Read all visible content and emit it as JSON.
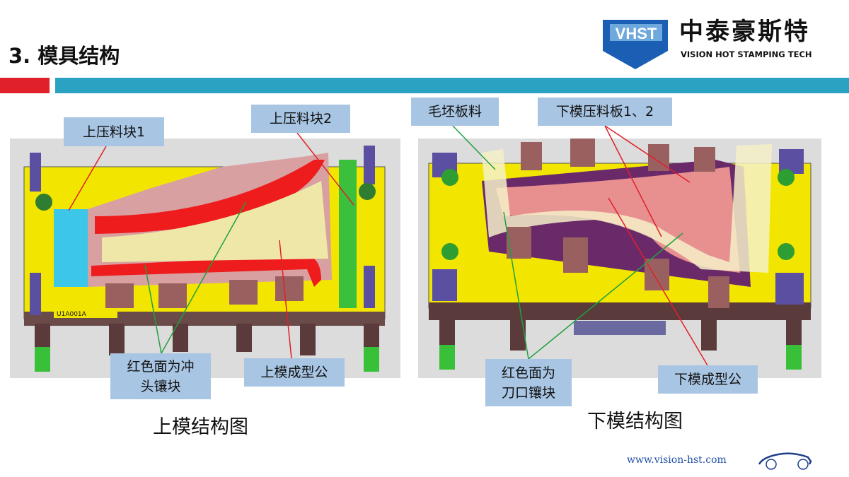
{
  "header": {
    "title": "3. 模具结构"
  },
  "logo": {
    "badge": "VHST",
    "name_cn": "中泰豪斯特",
    "name_en": "VISION HOT STAMPING TECH"
  },
  "left_figure": {
    "caption": "上模结构图",
    "part_id": "U1A001A",
    "callouts": {
      "block1": "上压料块1",
      "block2": "上压料块2",
      "punch_insert_line1": "红色面为冲",
      "punch_insert_line2": "头镶块",
      "upper_form": "上模成型公"
    }
  },
  "right_figure": {
    "caption": "下模结构图",
    "callouts": {
      "blank": "毛坯板料",
      "lower_pad": "下模压料板1、2",
      "trim_insert_line1": "红色面为",
      "trim_insert_line2": "刀口镶块",
      "lower_form": "下模成型公"
    }
  },
  "footer": {
    "url": "www.vision-hst.com"
  },
  "colors": {
    "accent_red": "#e0202a",
    "accent_blue": "#2ba2c2",
    "callout": "#a8c5e3"
  }
}
